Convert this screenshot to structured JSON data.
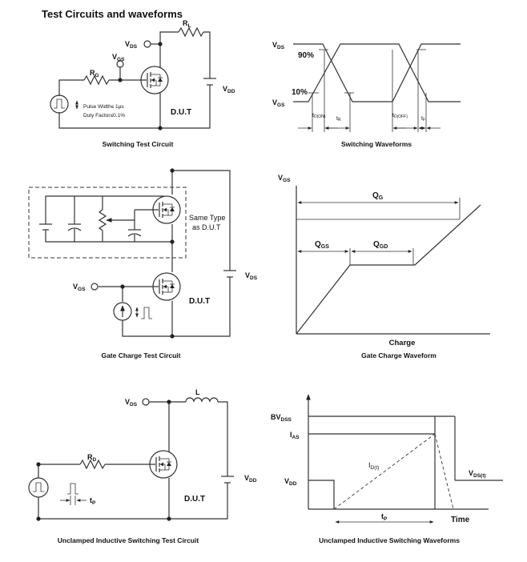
{
  "page_title": "Test Circuits and waveforms",
  "switching_circuit": {
    "caption": "Switching Test Circuit",
    "vds": "V",
    "vds_sub": "DS",
    "rl": "R",
    "rl_sub": "L",
    "vgs": "V",
    "vgs_sub": "GS",
    "rg": "R",
    "rg_sub": "G",
    "vdd": "V",
    "vdd_sub": "DD",
    "dut": "D.U.T",
    "pulse_width": "Pulse Width≤ 1μs",
    "duty_factor": "Duty Factor≤0.1%"
  },
  "switching_waveforms": {
    "caption": "Switching Waveforms",
    "vds": "V",
    "vds_sub": "DS",
    "vgs": "V",
    "vgs_sub": "GS",
    "p90": "90%",
    "p10": "10%",
    "td_on": "t",
    "td_on_sub": "D(ON)",
    "tr": "t",
    "tr_sub": "R",
    "td_off": "t",
    "td_off_sub": "D(OFF)",
    "tf": "t",
    "tf_sub": "F"
  },
  "gate_charge_circuit": {
    "caption": "Gate Charge Test Circuit",
    "same_type_1": "Same Type",
    "same_type_2": "as D.U.T",
    "vgs": "V",
    "vgs_sub": "GS",
    "vds": "V",
    "vds_sub": "DS",
    "dut": "D.U.T"
  },
  "gate_charge_waveform": {
    "caption": "Gate Charge Waveform",
    "vgs": "V",
    "vgs_sub": "GS",
    "qg": "Q",
    "qg_sub": "G",
    "qgs": "Q",
    "qgs_sub": "GS",
    "qgd": "Q",
    "qgd_sub": "GD",
    "xlabel": "Charge"
  },
  "uis_circuit": {
    "caption": "Unclamped Inductive Switching Test Circuit",
    "vds": "V",
    "vds_sub": "DS",
    "l": "L",
    "rd": "R",
    "rd_sub": "D",
    "vdd": "V",
    "vdd_sub": "DD",
    "dut": "D.U.T",
    "tp": "t",
    "tp_sub": "P"
  },
  "uis_waveform": {
    "caption": "Unclamped Inductive Switching Waveforms",
    "bvdss": "BV",
    "bvdss_sub": "DSS",
    "ias": "I",
    "ias_sub": "AS",
    "vdd": "V",
    "vdd_sub": "DD",
    "id": "I",
    "id_sub": "D(t)",
    "vds": "V",
    "vds_sub": "DS(t)",
    "tp": "t",
    "tp_sub": "P",
    "xlabel": "Time"
  }
}
